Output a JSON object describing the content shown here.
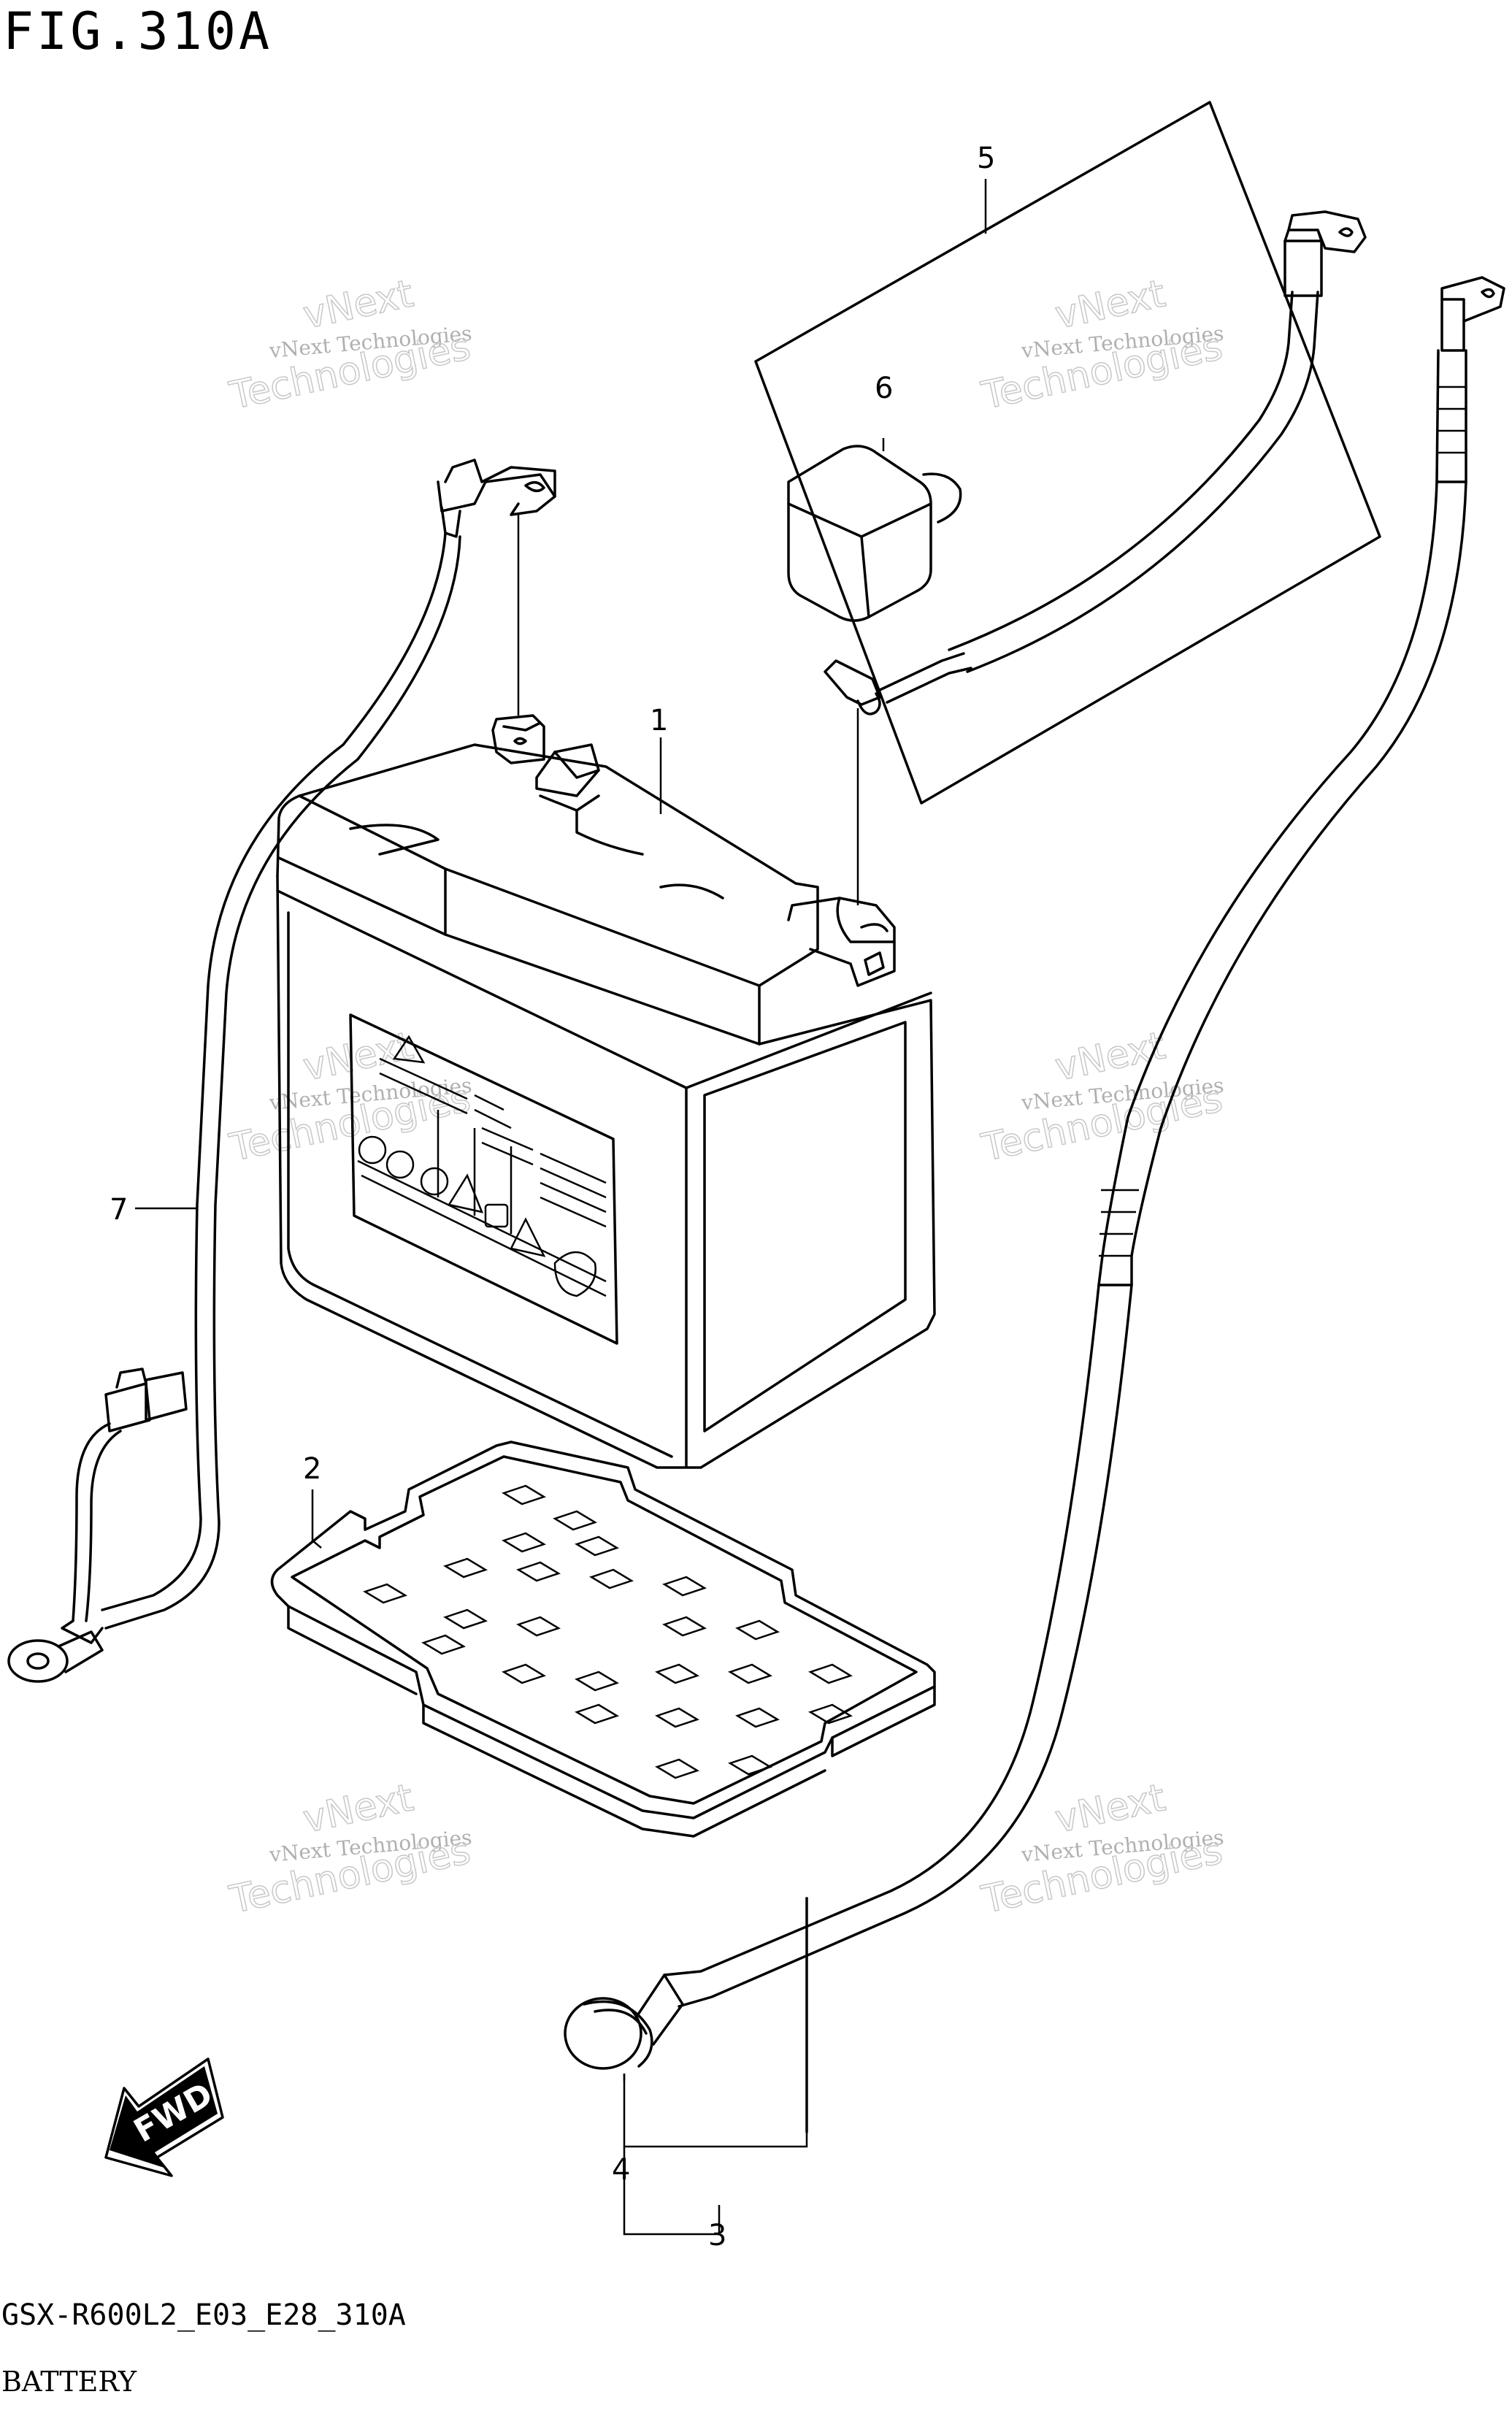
{
  "figure": {
    "title": "FIG.310A",
    "code": "GSX-R600L2_E03_E28_310A",
    "name": "BATTERY"
  },
  "callouts": [
    {
      "id": "1",
      "label": "1"
    },
    {
      "id": "2",
      "label": "2"
    },
    {
      "id": "3",
      "label": "3"
    },
    {
      "id": "4",
      "label": "4"
    },
    {
      "id": "5",
      "label": "5"
    },
    {
      "id": "6",
      "label": "6"
    },
    {
      "id": "7",
      "label": "7"
    }
  ],
  "watermark": {
    "line1": "vNext",
    "line2": "vNext Technologies",
    "line3": "Technologies"
  },
  "fwd_arrow": {
    "label": "FWD"
  }
}
